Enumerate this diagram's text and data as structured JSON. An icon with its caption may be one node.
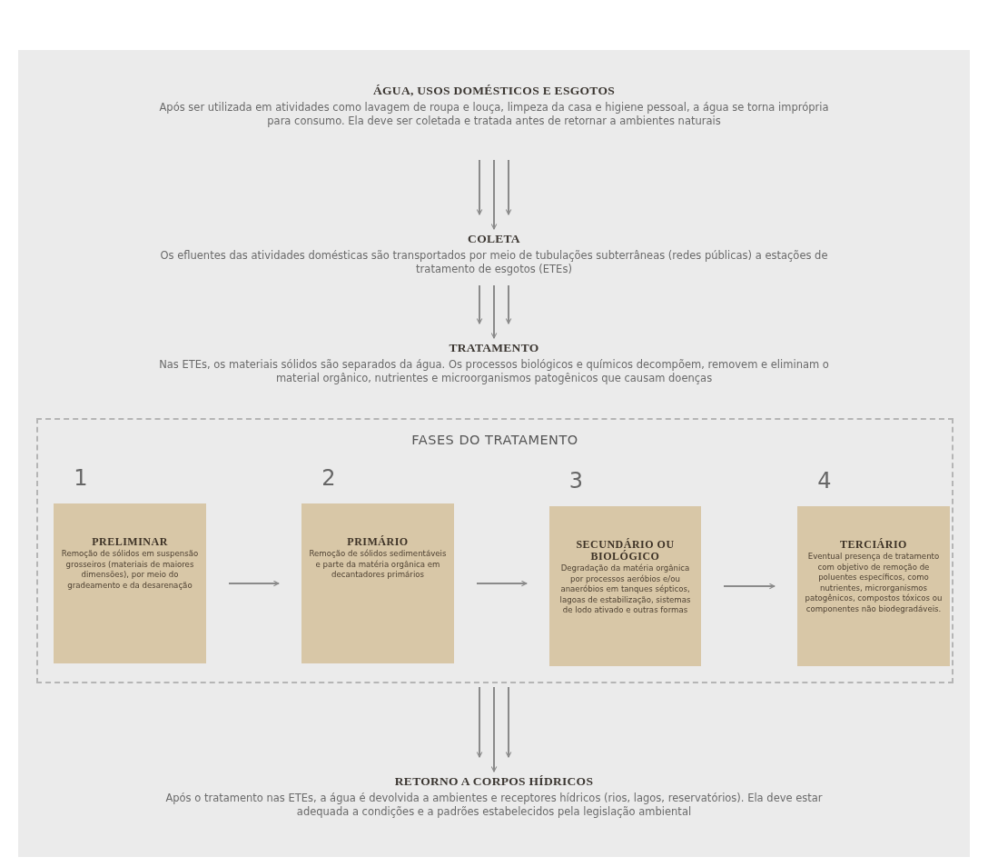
{
  "diagram": {
    "nodes": [
      {
        "text": [
          "ÁGUA, USOS DOMÉSTICOS E ESGOTOS",
          "Após ser utilizada em atividades como lavagem de roupa e louça, limpeza da casa e higiene pessoal, a água se torna imprópria para consumo. Ela deve ser coletada e tratada antes de retornar a ambientes naturais"
        ]
      },
      {
        "text": [
          "COLETA",
          "Os efluentes das atividades domésticas são transportados por meio de tubulações subterrâneas (redes públicas) a estações de tratamento de esgotos (ETEs)"
        ]
      },
      {
        "text": [
          "TRATAMENTO",
          "Nas ETEs, os materiais sólidos são separados da água. Os processos biológicos e químicos decompõem, removem e eliminam o material orgânico, nutrientes e microorganismos patogênicos que causam doenças"
        ]
      },
      {
        "text": [
          "FASES DO TRATAMENTO"
        ]
      },
      {
        "text": [
          "PRELIMINAR",
          "Remoção de sólidos em suspensão grosseiros (materiais de maiores dimensões), por meio do gradeamento e da desarenação"
        ],
        "in": 3,
        "beside": [
          "1"
        ]
      },
      {
        "text": [
          "PRIMÁRIO",
          "Remoção de sólidos sedimentáveis e parte da matéria orgânica em decantadores primários"
        ],
        "in": 3,
        "beside": [
          "2"
        ]
      },
      {
        "text": [
          "SECUNDÁRIO OU BIOLÓGICO",
          "Degradação da matéria orgânica por processos aeróbios e/ou anaeróbios em tanques sépticos, lagoas de estabilização, sistemas de lodo ativado e outras formas"
        ],
        "in": 3,
        "beside": [
          "3"
        ]
      },
      {
        "text": [
          "TERCIÁRIO",
          "Eventual presença de tratamento com objetivo de remoção de poluentes específicos, como nutrientes, microrganismos patogênicos, compostos tóxicos ou componentes não biodegradáveis."
        ],
        "in": 3,
        "beside": [
          "4"
        ]
      },
      {
        "text": [
          "RETORNO A CORPOS HÍDRICOS",
          "Após o tratamento nas ETEs, a água é devolvida a ambientes e receptores hídricos (rios, lagos, reservatórios). Ela deve estar adequada a condições e a padrões estabelecidos pela legislação ambiental"
        ]
      }
    ],
    "edges": [
      {
        "from": 0,
        "to": 1,
        "arrow": "to"
      },
      {
        "from": 0,
        "to": 1,
        "arrow": "to"
      },
      {
        "from": 0,
        "to": 1,
        "arrow": "to"
      },
      {
        "from": 1,
        "to": 2,
        "arrow": "to"
      },
      {
        "from": 1,
        "to": 2,
        "arrow": "to"
      },
      {
        "from": 1,
        "to": 2,
        "arrow": "to"
      },
      {
        "from": 3,
        "to": 8,
        "arrow": "to"
      },
      {
        "from": 3,
        "to": 8,
        "arrow": "to"
      },
      {
        "from": 3,
        "to": 8,
        "arrow": "to"
      },
      {
        "from": 4,
        "to": 5,
        "arrow": "to"
      },
      {
        "from": 5,
        "to": 6,
        "arrow": "to"
      },
      {
        "from": 6,
        "to": 7,
        "arrow": "to"
      }
    ]
  }
}
